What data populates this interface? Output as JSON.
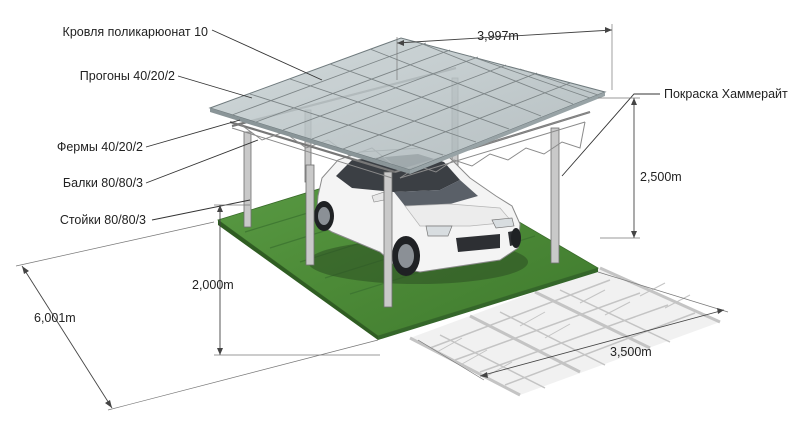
{
  "labels": {
    "roofing": "Кровля поликарюонат 10",
    "purlins": "Прогоны 40/20/2",
    "trusses": "Фермы 40/20/2",
    "beams": "Балки 80/80/3",
    "posts": "Стойки 80/80/3",
    "paint": "Покраска Хаммерайт"
  },
  "dimensions": {
    "roof_width": "3,997m",
    "total_height": "2,500m",
    "post_height": "2,000m",
    "length": "6,001m",
    "base_width": "3,500m"
  },
  "colors": {
    "grass": "#4f8f3a",
    "roof": "#b9c4c6",
    "posts": "#c9c9c9",
    "car": "#f4f4f4"
  }
}
